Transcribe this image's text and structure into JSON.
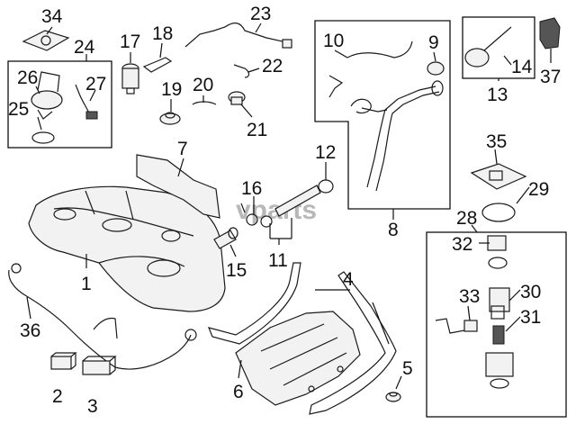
{
  "watermark": "vparts",
  "callouts": [
    "1",
    "2",
    "3",
    "4",
    "5",
    "6",
    "7",
    "8",
    "9",
    "10",
    "11",
    "12",
    "13",
    "14",
    "15",
    "16",
    "17",
    "18",
    "19",
    "20",
    "21",
    "22",
    "23",
    "24",
    "25",
    "26",
    "27",
    "28",
    "29",
    "30",
    "31",
    "32",
    "33",
    "34",
    "35",
    "36",
    "37"
  ]
}
